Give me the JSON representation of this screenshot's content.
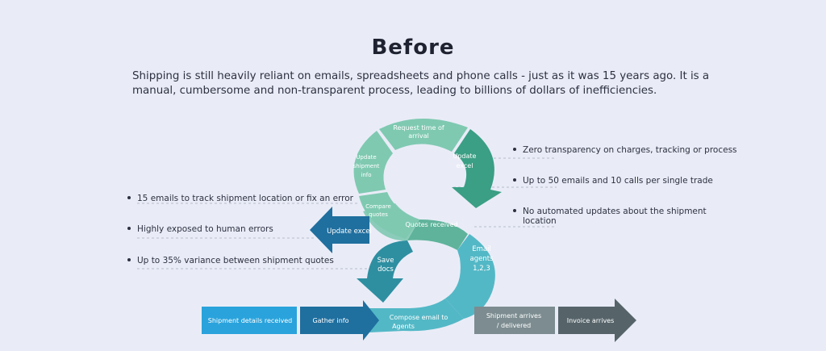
{
  "title": "Before",
  "description": "Shipping is still heavily reliant on emails, spreadsheets and phone calls - just as it was 15 years ago. It is a manual, cumbersome and non-transparent process, leading to billions of dollars of inefficiencies.",
  "cycle": {
    "request_time": [
      "Request time of",
      "arrival"
    ],
    "update_excel_top": [
      "Update",
      "excel"
    ],
    "update_shipment": [
      "Update",
      "shipment",
      "info"
    ],
    "compare_quotes": [
      "Compare",
      "quotes"
    ],
    "quotes_received": "Quotes received",
    "update_excel_left": "Update excel",
    "email_agents": [
      "Email",
      "agents",
      "1,2,3"
    ],
    "save_docs": [
      "Save",
      "docs"
    ]
  },
  "flow": {
    "shipment_details": "Shipment details received",
    "gather_info": "Gather info",
    "compose_email": [
      "Compose email to",
      "Agents"
    ],
    "shipment_arrives": [
      "Shipment arrives",
      "/ delivered"
    ],
    "invoice": "Invoice arrives"
  },
  "notes_right": [
    "Zero transparency on charges, tracking or process",
    "Up to 50 emails and 10 calls per single trade",
    "No automated updates about the shipment location"
  ],
  "notes_left": [
    "15 emails to track shipment location or fix an error",
    "Highly exposed to human errors",
    "Up to 35% variance between shipment quotes"
  ],
  "colors": {
    "light_teal": "#7fc9b1",
    "mid_teal": "#5fb39a",
    "dark_teal": "#3a9f84",
    "cyan": "#53b8c6",
    "dark_cyan": "#2e8fa1",
    "blue": "#1f6f9f",
    "bright_blue": "#2aa3dc",
    "grey": "#7c8c90",
    "dark_grey": "#56646a"
  }
}
